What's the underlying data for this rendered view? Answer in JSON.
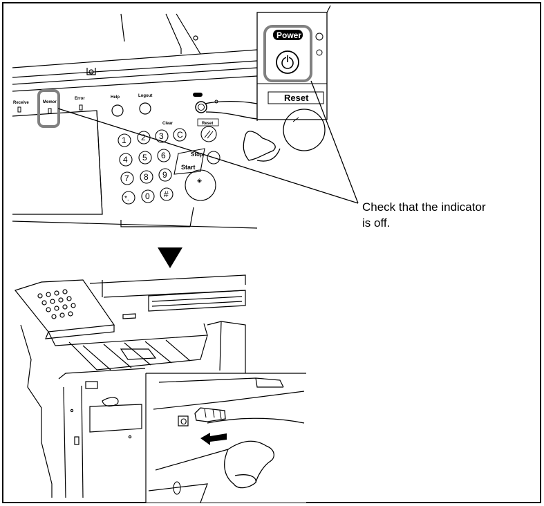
{
  "callout": {
    "line1": "Check that the indicator",
    "line2": "is off."
  },
  "inset": {
    "power_label": "Power",
    "reset_label": "Reset"
  },
  "panel": {
    "receive": "Receive",
    "memory": "Memor",
    "error": "Error",
    "help": "Help",
    "logout": "Logout",
    "clear": "Clear",
    "reset": "Reset",
    "stop": "Stop",
    "start": "Start",
    "keys": [
      "1",
      "2",
      "3",
      "C",
      "4",
      "5",
      "6",
      "7",
      "8",
      "9",
      "*.",
      "0",
      "#"
    ]
  },
  "switch_mark": "O",
  "colors": {
    "highlight": "#808080",
    "ink": "#000000"
  }
}
